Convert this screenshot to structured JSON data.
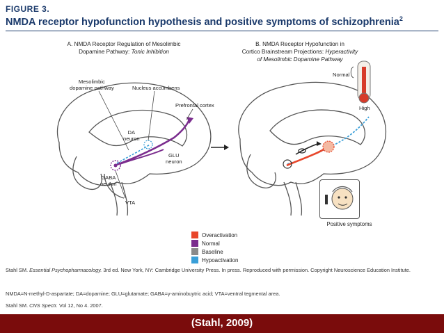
{
  "figure": {
    "label": "FIGURE 3.",
    "title": "NMDA receptor hypofunction hypothesis and positive symptoms of schizophrenia",
    "title_sup": "2"
  },
  "panel_a": {
    "title_line1": "A. NMDA Receptor Regulation of Mesolimbic",
    "title_line2": "Dopamine Pathway: ",
    "title_line2_em": "Tonic Inhibition",
    "labels": {
      "mesolimbic": "Mesolimbic\ndopamine pathway",
      "nucleus_accumbens": "Nucleus accumbens",
      "prefrontal_cortex": "Prefrontal cortex",
      "da_neuron": "DA\nneuron",
      "glu_neuron": "GLU\nneuron",
      "gaba_neuron": "GABA\nneuron",
      "vta": "VTA"
    }
  },
  "panel_b": {
    "title_line1": "B. NMDA Receptor Hypofunction in",
    "title_line2": "Cortico Brainstream Projections: ",
    "title_line2_em": "Hyperactivity",
    "title_line3_em": "of Mesolimbic Dopamine Pathway",
    "normal_label": "Normal",
    "high_label": "High",
    "positive_symptoms": "Positive symptoms"
  },
  "legend": [
    {
      "label": "Overactivation",
      "color": "#e8462a"
    },
    {
      "label": "Normal",
      "color": "#7b2d8e"
    },
    {
      "label": "Baseline",
      "color": "#8a8a8a"
    },
    {
      "label": "Hypoactivation",
      "color": "#3a9fd8"
    }
  ],
  "footnotes": {
    "line1_pre": "Stahl SM. ",
    "line1_em": "Essential Psychopharmacology.",
    "line1_post": " 3rd ed. New York, NY: Cambridge University Press. In press. Reproduced with permission. Copyright Neuroscience Education Institute.",
    "line2": "NMDA=N-methyl-D-aspartate; DA=dopamine; GLU=glutamate; GABA=γ-aminobuytric acid; VTA=ventral tegmental area.",
    "line3_pre": "Stahl SM. ",
    "line3_em": "CNS Spectr.",
    "line3_post": " Vol 12, No 4. 2007."
  },
  "citation": "(Stahl, 2009)"
}
